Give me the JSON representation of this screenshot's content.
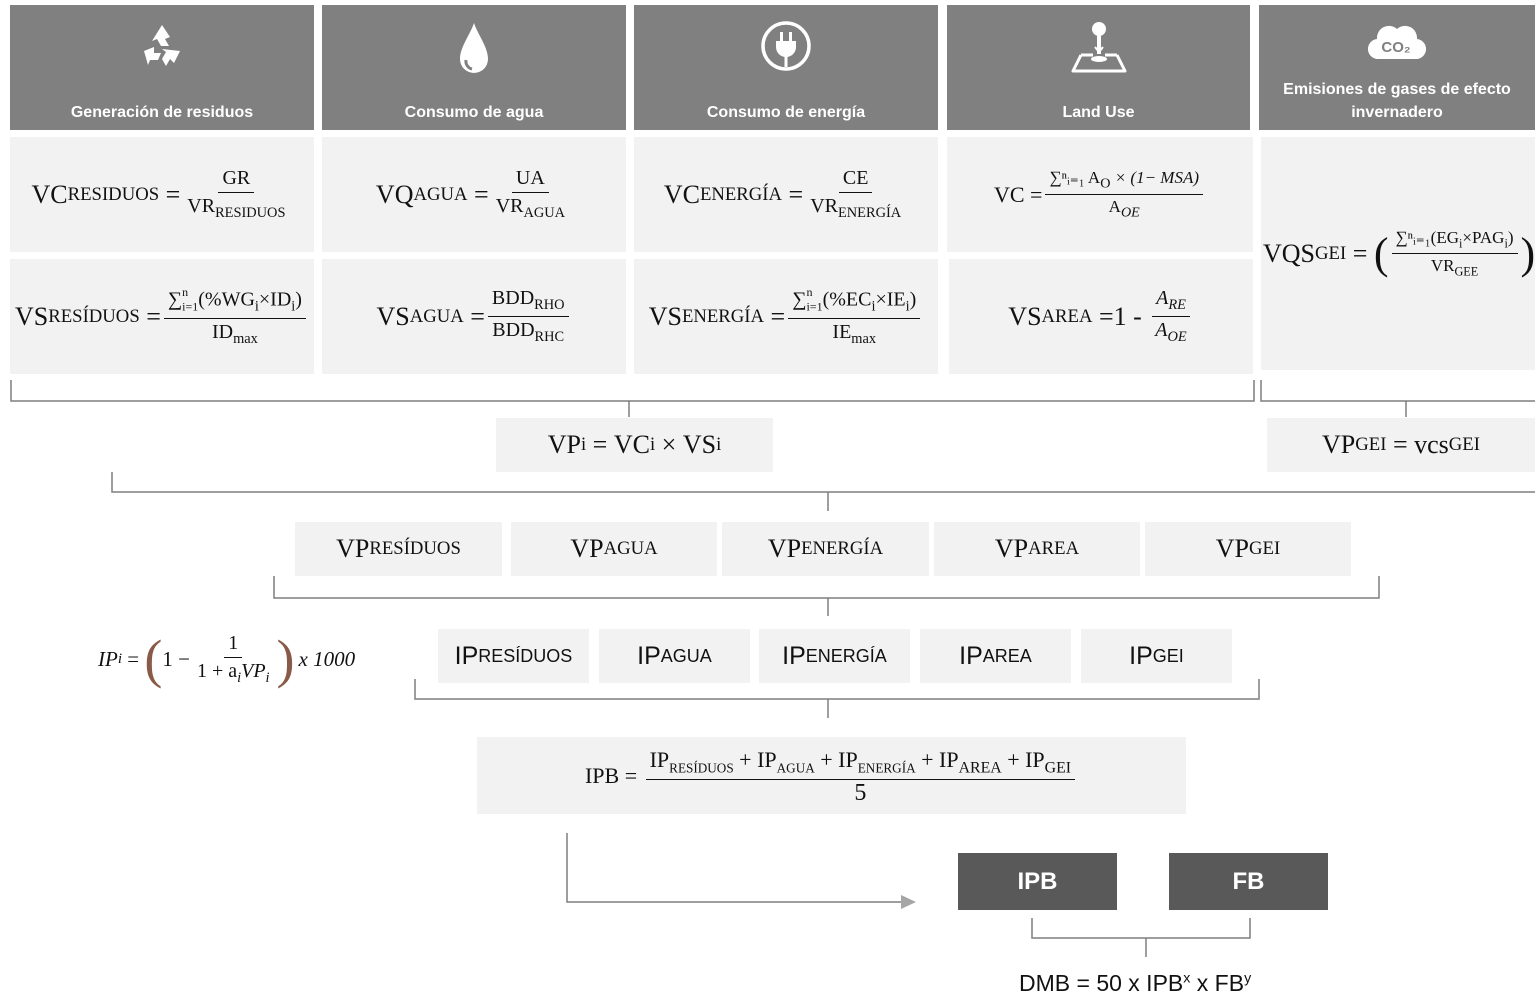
{
  "headers": [
    {
      "label": "Generación de residuos",
      "icon": "recycle-icon"
    },
    {
      "label": "Consumo de agua",
      "icon": "water-drop-icon"
    },
    {
      "label": "Consumo de energía",
      "icon": "power-plug-icon"
    },
    {
      "label": "Land Use",
      "icon": "land-use-icon"
    },
    {
      "label": "Emisiones de gases de efecto invernadero",
      "icon": "co2-cloud-icon",
      "icon_text": "CO₂"
    }
  ],
  "vc": {
    "residuos": {
      "lhs": "VC",
      "lhs_sub": "RESIDUOS",
      "num": "GR",
      "den": "VR",
      "den_sub": "RESIDUOS"
    },
    "agua": {
      "lhs": "VQ",
      "lhs_sub": "AGUA",
      "num": "UA",
      "den": "VR",
      "den_sub": "AGUA"
    },
    "energia": {
      "lhs": "VC",
      "lhs_sub": "ENERGÍA",
      "num": "CE",
      "den": "VR",
      "den_sub": "ENERGÍA"
    },
    "land": {
      "lhs": "VC",
      "num": "∑ⁿᵢ₌₁ A",
      "num_sub": "O",
      "num_tail": "× (1− MSA)",
      "den": "A",
      "den_sub": "OE"
    }
  },
  "vs": {
    "residuos": {
      "lhs": "VS",
      "lhs_sub": "RESÍDUOS",
      "num_sum": "∑",
      "num_sup": "n",
      "num_sub": "i=1",
      "num_body": "(%WG",
      "num_i1": "i",
      "num_mid": "×ID",
      "num_i2": "i",
      "num_end": ")",
      "den": "ID",
      "den_sub": "max"
    },
    "agua": {
      "lhs": "VS",
      "lhs_sub": "AGUA",
      "num": "BDD",
      "num_sub": "RHO",
      "den": "BDD",
      "den_sub": "RHC"
    },
    "energia": {
      "lhs": "VS",
      "lhs_sub": "ENERGÍA",
      "num_sum": "∑",
      "num_sup": "n",
      "num_sub": "i=1",
      "num_body": "(%EC",
      "num_i1": "i",
      "num_mid": "×IE",
      "num_i2": "i",
      "num_end": ")",
      "den": "IE",
      "den_sub": "max"
    },
    "area": {
      "lhs": "VS",
      "lhs_sub": "AREA",
      "mid": " =1 - ",
      "num": "A",
      "num_sub": "RE",
      "den": "A",
      "den_sub": "OE"
    }
  },
  "gei_eq": {
    "lhs": "VQS",
    "lhs_sub": "GEI",
    "num": "∑ⁿᵢ₌₁(EG",
    "num_i": "i",
    "num_mid": "×PAG",
    "num_i2": "i",
    "num_end": ")",
    "den": "VR",
    "den_sub": "GEE"
  },
  "vp_eq": {
    "lhs": "VP",
    "lhs_sub": "i",
    "a": "VC",
    "a_sub": "i",
    "b": "VS",
    "b_sub": "i"
  },
  "vp_gei_eq": {
    "lhs": "VP",
    "lhs_sub": "GEI",
    "rhs": "vcs",
    "rhs_sub": "GEI"
  },
  "vp_row": [
    {
      "main": "VP",
      "sub": "RESÍDUOS"
    },
    {
      "main": "VP",
      "sub": "AGUA"
    },
    {
      "main": "VP",
      "sub": "ENERGÍA"
    },
    {
      "main": "VP",
      "sub": "AREA"
    },
    {
      "main": "VP",
      "sub": "GEI"
    }
  ],
  "ip_formula": {
    "lhs": "IP",
    "lhs_sub": "i",
    "one": "1",
    "minus": "−",
    "num": "1",
    "den": "1 + a",
    "den_sub1": "i",
    "den_mid": "VP",
    "den_sub2": "i",
    "tail": "x 1000"
  },
  "ip_row": [
    {
      "main": "IP",
      "sub": "RESÍDUOS"
    },
    {
      "main": "IP",
      "sub": "AGUA"
    },
    {
      "main": "IP",
      "sub": "ENERGÍA"
    },
    {
      "main": "IP",
      "sub": "AREA"
    },
    {
      "main": "IP",
      "sub": "GEI"
    }
  ],
  "ipb_eq": {
    "lhs": "IPB =",
    "t1": "IP",
    "s1": "RESÍDUOS",
    "t2": "IP",
    "s2": "AGUA",
    "t3": "IP",
    "s3": "ENERGÍA",
    "t4": "IP",
    "s4": "AREA",
    "t5": "IP",
    "s5": "GEI",
    "plus": " + ",
    "den": "5"
  },
  "final_boxes": {
    "ipb": "IPB",
    "fb": "FB"
  },
  "dmb": {
    "text": "DMB = 50 x IPB",
    "sup1": "x",
    "mid": " x FB",
    "sup2": "y"
  }
}
